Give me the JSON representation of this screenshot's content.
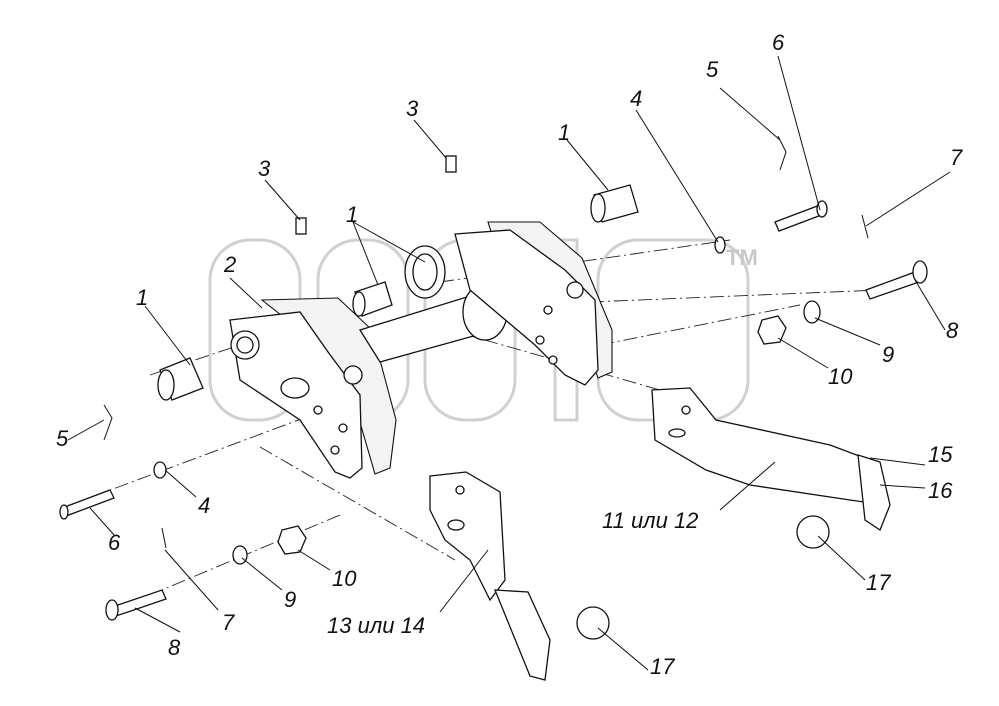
{
  "watermark": {
    "text": "TM"
  },
  "labels": [
    {
      "id": "l1a",
      "text": "1"
    },
    {
      "id": "l1b",
      "text": "1"
    },
    {
      "id": "l1c",
      "text": "1"
    },
    {
      "id": "l2",
      "text": "2"
    },
    {
      "id": "l3a",
      "text": "3"
    },
    {
      "id": "l3b",
      "text": "3"
    },
    {
      "id": "l4a",
      "text": "4"
    },
    {
      "id": "l4b",
      "text": "4"
    },
    {
      "id": "l5a",
      "text": "5"
    },
    {
      "id": "l5b",
      "text": "5"
    },
    {
      "id": "l6a",
      "text": "6"
    },
    {
      "id": "l6b",
      "text": "6"
    },
    {
      "id": "l7a",
      "text": "7"
    },
    {
      "id": "l7b",
      "text": "7"
    },
    {
      "id": "l8a",
      "text": "8"
    },
    {
      "id": "l8b",
      "text": "8"
    },
    {
      "id": "l9a",
      "text": "9"
    },
    {
      "id": "l9b",
      "text": "9"
    },
    {
      "id": "l10a",
      "text": "10"
    },
    {
      "id": "l10b",
      "text": "10"
    },
    {
      "id": "l11",
      "text": "11 или 12"
    },
    {
      "id": "l13",
      "text": "13 или 14"
    },
    {
      "id": "l15",
      "text": "15"
    },
    {
      "id": "l16",
      "text": "16"
    },
    {
      "id": "l17a",
      "text": "17"
    },
    {
      "id": "l17b",
      "text": "17"
    }
  ]
}
